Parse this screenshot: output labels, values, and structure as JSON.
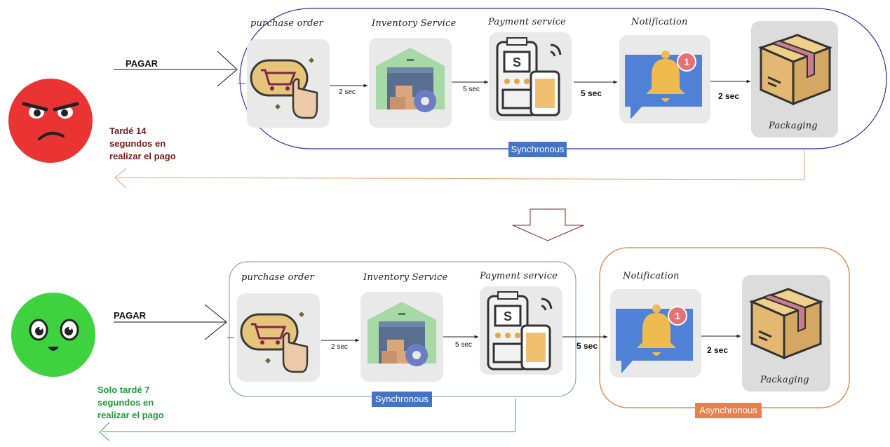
{
  "colors": {
    "sync_border": "#2b2fb0",
    "sync_border_2": "#7a8fb8",
    "async_border": "#e0782a",
    "return_line": "#e8a070",
    "return_line_2": "#3aa84a",
    "angry_face": "#ea3434",
    "happy_face": "#3ed33e",
    "note_red": "#7a1a1a",
    "note_green": "#1f9a3a",
    "badge_blue": "#4472c4",
    "badge_orange": "#ea7f4a"
  },
  "top": {
    "pagar": "PAGAR",
    "note": [
      "Tardé 14",
      "segundos en",
      "realizar el pago"
    ],
    "steps": {
      "purchase": "purchase order",
      "inventory": "Inventory Service",
      "payment": "Payment service",
      "notification": "Notification",
      "packaging": "Packaging"
    },
    "timings": [
      "2 sec",
      "5 sec",
      "5 sec",
      "2 sec"
    ],
    "sync_label": "Synchronous"
  },
  "bottom": {
    "pagar": "PAGAR",
    "note": [
      "Solo tardé 7",
      "segundos en",
      "realizar el pago"
    ],
    "steps": {
      "purchase": "purchase order",
      "inventory": "Inventory Service",
      "payment": "Payment service",
      "notification": "Notification",
      "packaging": "Packaging"
    },
    "timings": [
      "2 sec",
      "5 sec",
      "5 sec",
      "2 sec"
    ],
    "sync_label": "Synchronous",
    "async_label": "Asynchronous"
  },
  "icons": {
    "angry": "angry-face-icon",
    "happy": "happy-face-icon",
    "cart": "shopping-cart-tap-icon",
    "warehouse": "warehouse-gear-icon",
    "pos": "pos-terminal-icon",
    "bell": "notification-bell-icon",
    "box": "cardboard-box-icon",
    "down_arrow": "down-arrow-icon"
  }
}
